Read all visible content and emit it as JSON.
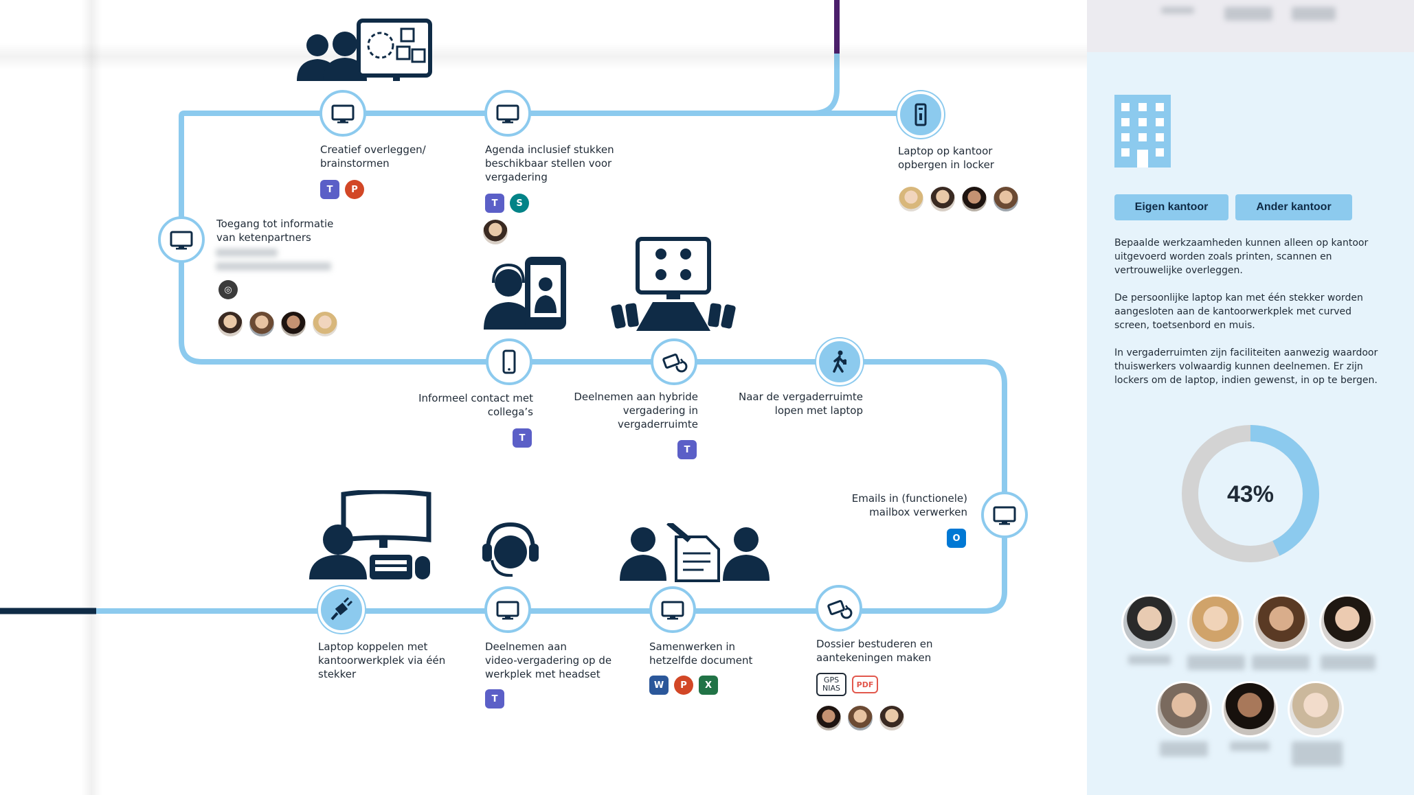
{
  "journey": {
    "steps": [
      {
        "label_lines": [
          "Creatief overleggen/",
          "brainstormen"
        ],
        "icon": "monitor-icon",
        "apps": [
          "Teams",
          "PowerPoint"
        ]
      },
      {
        "label_lines": [
          "Agenda inclusief stukken",
          "beschikbaar stellen voor",
          "vergadering"
        ],
        "icon": "monitor-icon",
        "apps": [
          "Teams",
          "SharePoint"
        ]
      },
      {
        "label_lines": [
          "Laptop op kantoor",
          "opbergen in locker"
        ],
        "icon": "locker-icon"
      },
      {
        "label_lines": [
          "Toegang tot informatie",
          "van ketenpartners"
        ],
        "icon": "monitor-icon"
      },
      {
        "label_lines": [
          "Informeel contact met",
          "collega’s"
        ],
        "icon": "phone-icon",
        "apps": [
          "Teams"
        ]
      },
      {
        "label_lines": [
          "Deelnemen aan hybride",
          "vergadering in",
          "vergaderruimte"
        ],
        "icon": "tablet-sync-icon",
        "apps": [
          "Teams"
        ]
      },
      {
        "label_lines": [
          "Naar de vergaderruimte",
          "lopen met laptop"
        ],
        "icon": "walking-person-icon"
      },
      {
        "label_lines": [
          "Emails in (functionele)",
          "mailbox verwerken"
        ],
        "icon": "monitor-icon",
        "apps": [
          "Outlook"
        ]
      },
      {
        "label_lines": [
          "Laptop koppelen met",
          "kantoorwerkplek via één",
          "stekker"
        ],
        "icon": "plug-icon"
      },
      {
        "label_lines": [
          "Deelnemen aan",
          "video-vergadering op de",
          "werkplek met headset"
        ],
        "icon": "monitor-icon",
        "apps": [
          "Teams"
        ]
      },
      {
        "label_lines": [
          "Samenwerken in",
          "hetzelfde document"
        ],
        "icon": "monitor-icon",
        "apps": [
          "Word",
          "PowerPoint",
          "Excel"
        ]
      },
      {
        "label_lines": [
          "Dossier bestuderen en",
          "aantekeningen maken"
        ],
        "icon": "tablet-sync-icon",
        "apps": [
          "GPS NIAS",
          "PDF"
        ]
      }
    ],
    "app_glyphs": {
      "teams": "T",
      "ppt": "P",
      "sp": "S",
      "word": "W",
      "excel": "X",
      "outlook": "O",
      "pdf": "PDF",
      "gps": "GPS NIAS"
    }
  },
  "panel": {
    "buttons": {
      "own_office": "Eigen kantoor",
      "other_office": "Ander kantoor"
    },
    "paragraphs": [
      [
        "Bepaalde werkzaamheden kunnen alleen op kantoor",
        "uitgevoerd worden zoals printen, scannen en",
        "vertrouwelijke overleggen."
      ],
      [
        "De persoonlijke laptop kan met één stekker worden",
        "aangesloten aan de kantoorwerkplek met curved",
        "screen, toetsenbord en muis."
      ],
      [
        "In vergaderruimten zijn faciliteiten aanwezig waardoor",
        "thuiswerkers volwaardig kunnen deelnemen. Er zijn",
        "lockers om de laptop, indien gewenst, in op te bergen."
      ]
    ],
    "donut": {
      "percent_label": "43%",
      "value": 0.43,
      "color_fill": "#8ccaee",
      "color_rest": "#d3d3d3"
    }
  },
  "colors": {
    "track": "#8ccaee",
    "dark": "#0f2b46",
    "purple": "#4b1f6b",
    "panel_bg": "#e6f3fb"
  }
}
